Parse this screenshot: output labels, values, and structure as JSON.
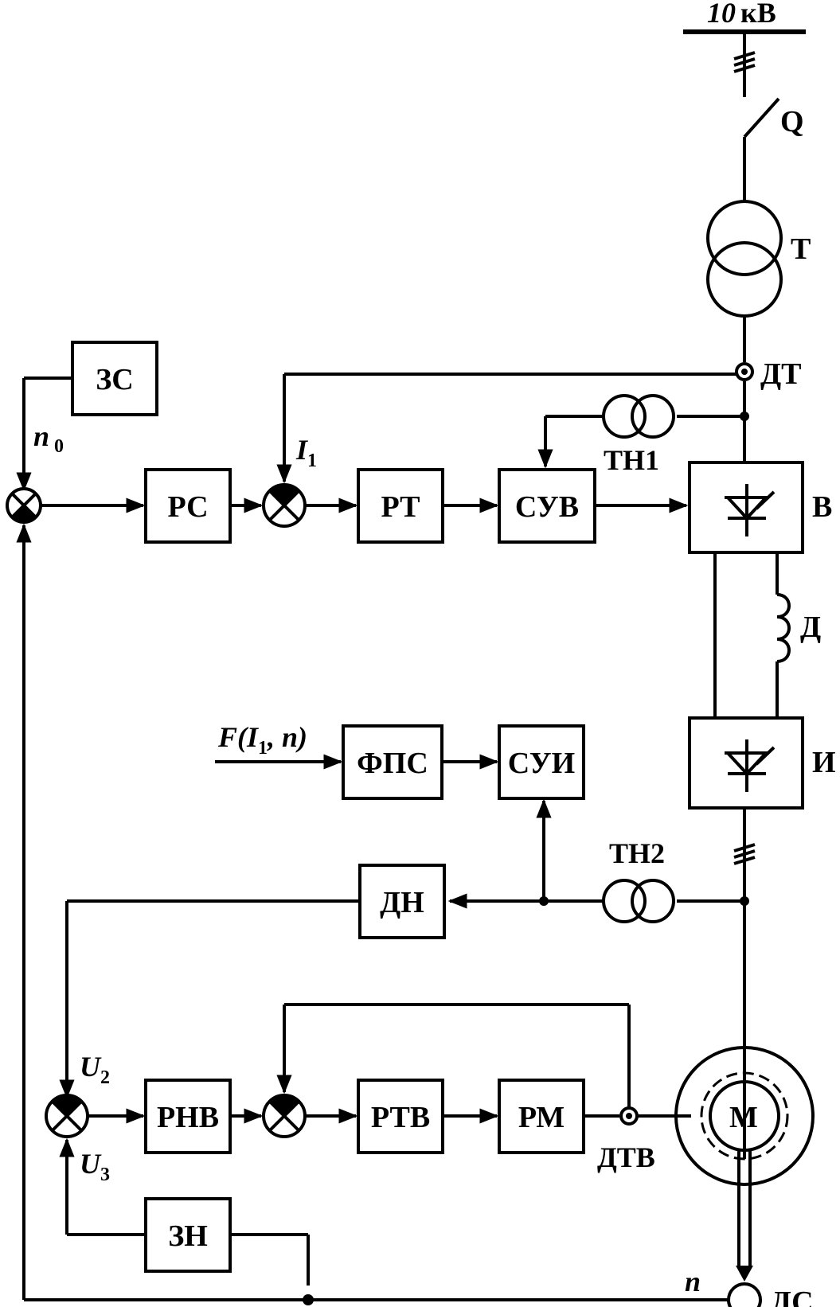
{
  "supply": {
    "voltage_value": "10",
    "voltage_unit": "кВ"
  },
  "components": {
    "switch": "Q",
    "transformer": "Т",
    "current_sensor_main": "ДТ",
    "voltage_transformer_1": "ТН1",
    "rectifier": "В",
    "reactor": "Д",
    "inverter": "И",
    "voltage_transformer_2": "ТН2",
    "motor": "М",
    "excitation_current_sensor": "ДТВ",
    "speed_sensor": "ДС"
  },
  "blocks": {
    "speed_setpoint": "ЗС",
    "speed_regulator": "РС",
    "current_regulator": "РТ",
    "rectifier_control": "СУВ",
    "pulse_shaper": "ФПС",
    "inverter_control": "СУИ",
    "voltage_sensor": "ДН",
    "voltage_regulator": "РНВ",
    "excitation_current_regulator": "РТВ",
    "magnetic_amplifier": "РМ",
    "voltage_setpoint": "ЗН"
  },
  "signals": {
    "n0_main": "n",
    "n0_sub": "0",
    "i1_main": "I",
    "i1_sub": "1",
    "u2_main": "U",
    "u2_sub": "2",
    "u3_main": "U",
    "u3_sub": "3",
    "n_feedback": "n",
    "f_prefix": "F(I",
    "f_sub": "1",
    "f_suffix": ", n)"
  }
}
